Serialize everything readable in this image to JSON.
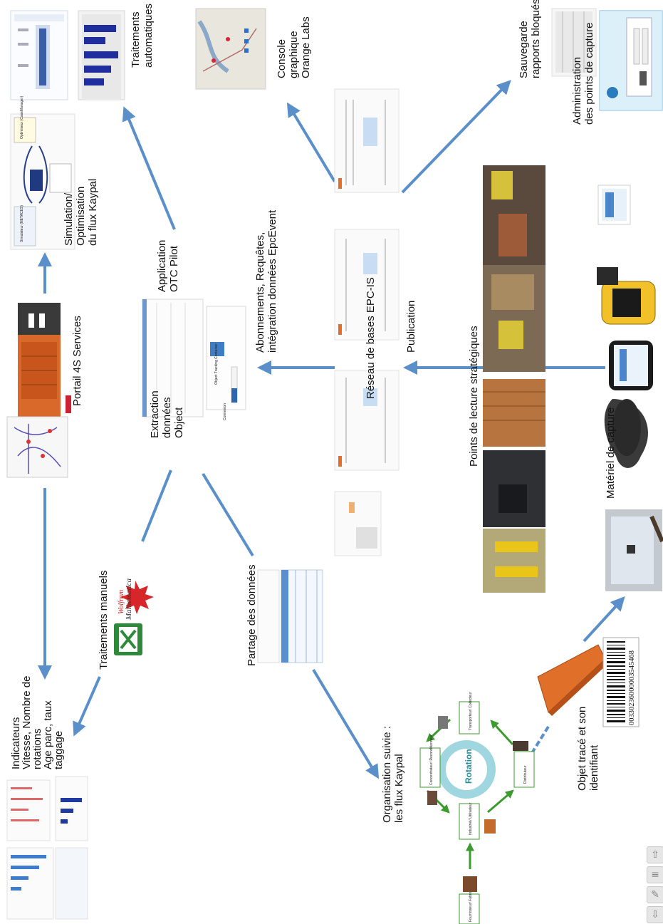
{
  "labels": {
    "traitements_automatiques": [
      "Traitements",
      "automatiques"
    ],
    "console": [
      "Console",
      "graphique",
      "Orange Labs"
    ],
    "sauvegarde": [
      "Sauvegarde",
      "rapports bloqués"
    ],
    "administration": [
      "Administration",
      "des points de capture"
    ],
    "simulation": [
      "Simulation/",
      "Optimisation",
      "du flux Kaypal"
    ],
    "application": [
      "Application",
      "OTC Pilot"
    ],
    "abonnements": [
      "Abonnements, Requêtes,",
      "intégration données EpcEvent"
    ],
    "publication": [
      "Publication"
    ],
    "reseau": [
      "Réseau de bases EPC-IS"
    ],
    "portail": [
      "Portail 4S Services"
    ],
    "extraction": [
      "Extraction",
      "données",
      "Object"
    ],
    "points_lecture": [
      "Points de lecture stratégiques"
    ],
    "materiel": [
      "Matériel de capture"
    ],
    "traitements_manuels": [
      "Traitements manuels"
    ],
    "partage": [
      "Partage des données"
    ],
    "indicateurs": [
      "Indicateurs",
      "Vitesse, Nombre de",
      "rotations",
      "Age parc, taux",
      "taggage"
    ],
    "organisation": [
      "Organisation suivie :",
      "les flux Kaypal"
    ],
    "objet": [
      "Objet tracé et son",
      "identifiant"
    ]
  },
  "cycle": {
    "center": "Rotation",
    "nodes": [
      "Transporteur/ Collecteur",
      "Concentrateur/ Reconditionneur",
      "Industriel/ Utilisateur",
      "Distributeur",
      "Fournisseur/ Fabricant"
    ]
  },
  "barcode": "00330236000003545468",
  "product_logos": {
    "wolfram": "Wolfram",
    "mathematica": "Mathematica"
  },
  "thumb_texts": {
    "connexion": "Connexion",
    "object_tracking": "Object Tracking Container",
    "simulator": "Simulateur (NETACES)",
    "optimiser": "Optimiseur (CaseManager)"
  },
  "nav": {
    "up": "⇧",
    "menu": "≡",
    "pen": "✎",
    "down": "⇩"
  },
  "colors": {
    "arrow_blue": "#5b8fc9",
    "arrow_green": "#3c9a2e",
    "orange": "#d9692a"
  }
}
